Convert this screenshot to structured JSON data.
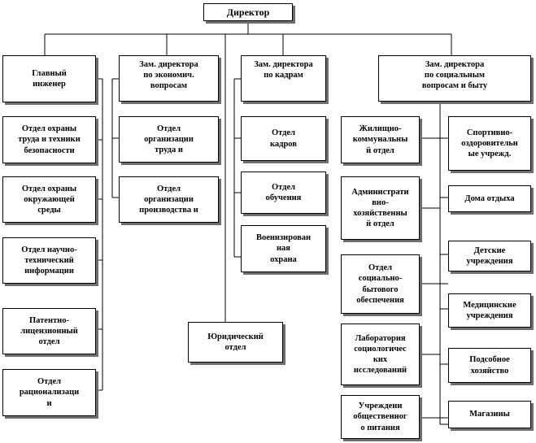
{
  "director": "Директор",
  "columns": [
    {
      "head": "Главный\nинженер",
      "units": [
        "Отдел охраны\nтруда и техники\nбезопасности",
        "Отдел охраны\nокружающей\nсреды",
        "Отдел научно-\nтехнический\nинформации",
        "Патентно-\nлицензионный\nотдел",
        "Отдел\nрационализаци\nи"
      ]
    },
    {
      "head": "Зам. директора\nпо экономич.\nвопросам",
      "units": [
        "Отдел\nорганизации\nтруда и",
        "Отдел\nорганизации\nпроизводства и"
      ]
    },
    {
      "head": "Зам. директора\nпо кадрам",
      "units": [
        "Отдел\nкадров",
        "Отдел\nобучения",
        "Военизирован\nная\nохрана"
      ]
    },
    {
      "head": "Зам. директора\nпо социальным\nвопросам и быту",
      "units_left": [
        "Жилищно-\nкоммунальны\nй отдел",
        "Администрати\nвно-\nхозяйственны\nй отдел",
        "Отдел\nсоциально-\nбытового\nобеспечения",
        "Лаборатория\nсоциологичес\nких\nисследований",
        "Учреждени\nобщественног\nо питания"
      ],
      "units_right": [
        "Спортивно-\nоздоровительн\nые учрежд.",
        "Дома отдыха",
        "Детские\nучреждения",
        "Медицинские\nучреждения",
        "Подсобное\nхозяйство",
        "Магазины"
      ]
    }
  ],
  "legal": "Юридический\nотдел"
}
